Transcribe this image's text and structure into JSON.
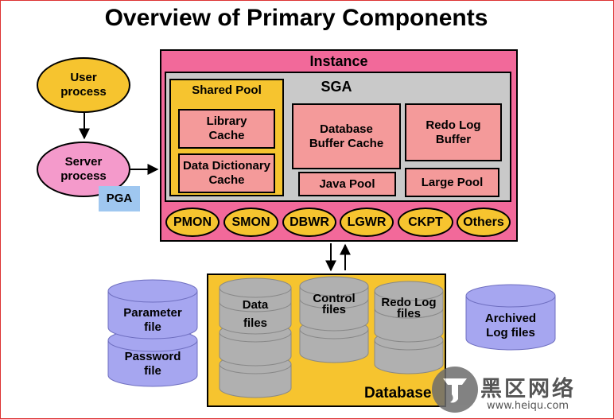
{
  "title": "Overview of Primary Components",
  "instance": {
    "label": "Instance",
    "sga": {
      "label": "SGA",
      "shared_pool": {
        "label": "Shared Pool",
        "library_cache": "Library\nCache",
        "data_dictionary_cache": "Data Dictionary\nCache"
      },
      "database_buffer_cache": "Database\nBuffer Cache",
      "redo_log_buffer": "Redo Log\nBuffer",
      "java_pool": "Java Pool",
      "large_pool": "Large Pool"
    },
    "background_processes": [
      "PMON",
      "SMON",
      "DBWR",
      "LGWR",
      "CKPT",
      "Others"
    ]
  },
  "user_process": "User\nprocess",
  "server_process": "Server\nprocess",
  "pga": "PGA",
  "database": {
    "label": "Database",
    "data_files": "Data\nfiles",
    "control_files": "Control\nfiles",
    "redo_log_files": "Redo Log\nfiles"
  },
  "parameter_file": "Parameter\nfile",
  "password_file": "Password\nfile",
  "archived_log_files": "Archived\nLog files",
  "watermark": {
    "cn": "黑区网络",
    "url": "www.heiqu.com"
  },
  "colors": {
    "instance": "#f2699a",
    "sga": "#c9c9c9",
    "shared_pool": "#f6c42f",
    "component": "#f49a9a",
    "process_pill": "#f6c42f",
    "user_process": "#f6c42f",
    "server_process": "#f49acb",
    "pga": "#9fc7f0",
    "database": "#f6c42f",
    "db_cylinder": "#b0b0b0",
    "param_cylinder": "#a6a6f0"
  }
}
